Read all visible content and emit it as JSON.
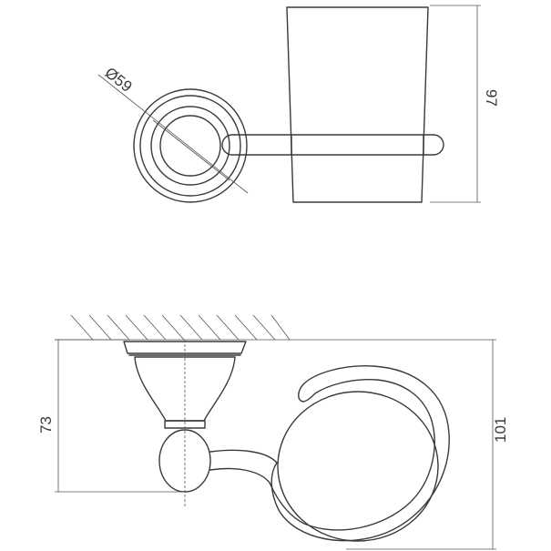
{
  "drawing": {
    "top_view": {
      "diameter_label": "Ø59",
      "height_label": "97"
    },
    "side_view": {
      "mount_height_label": "73",
      "total_height_label": "101"
    }
  }
}
